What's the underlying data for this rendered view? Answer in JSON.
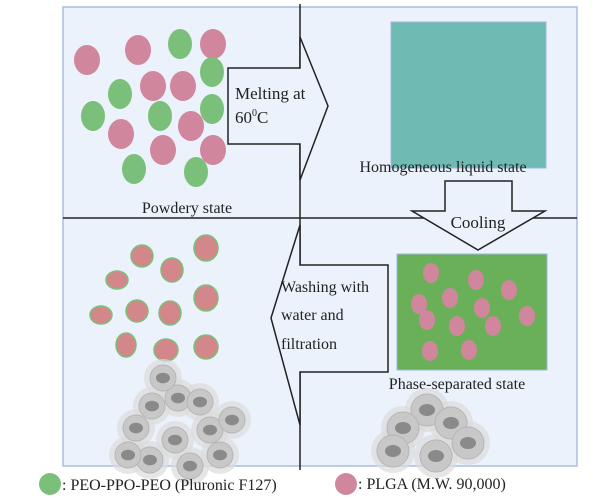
{
  "colors": {
    "panel_bg": "#ecf2fb",
    "panel_border": "#a9bde0",
    "peo_green": "#7bc07a",
    "plga_pink": "#d0879e",
    "homogeneous_teal": "#6fbbb4",
    "phase_green": "#69b059",
    "washed_particle": "#d4878a",
    "cell_gray": "#c8c8c8",
    "nucleus_gray": "#8a8a8a"
  },
  "steps": {
    "melting": {
      "line1": "Melting at",
      "line2": "60",
      "sup": "0",
      "unit": "C"
    },
    "cooling": "Cooling",
    "washing": {
      "line1": "Washing with",
      "line2": "water and",
      "line3": "filtration"
    }
  },
  "states": {
    "powdery": "Powdery state",
    "homogeneous": "Homogeneous liquid state",
    "phase_separated": "Phase-separated state"
  },
  "legend": [
    {
      "label": ": PEO-PPO-PEO (Pluronic F127)",
      "color": "#7bc07a"
    },
    {
      "label": ": PLGA (M.W. 90,000)",
      "color": "#d0879e"
    }
  ]
}
